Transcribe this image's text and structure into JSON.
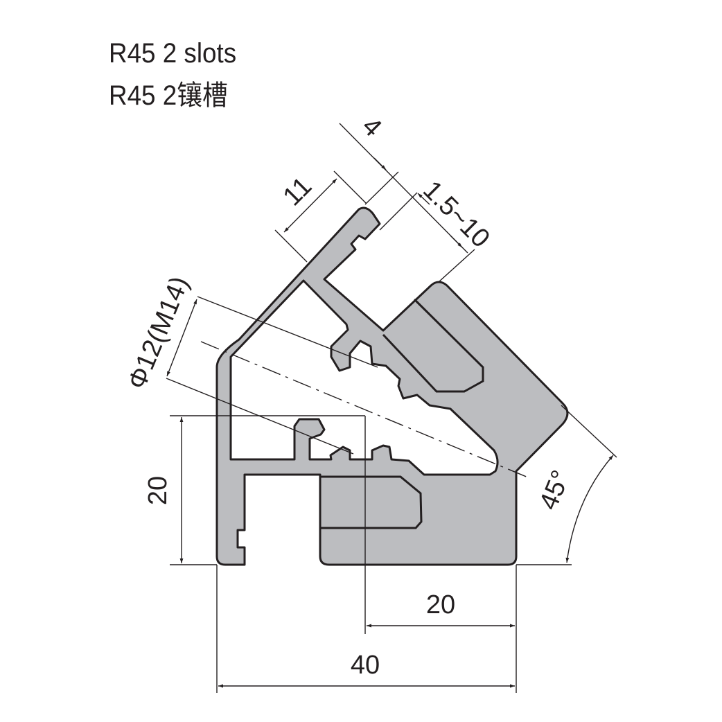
{
  "title": {
    "line1": "R45 2 slots",
    "line2": "R45 2镶槽"
  },
  "dimensions": {
    "slot_offset": "4",
    "arm_width": "11",
    "slot_range": "1.5~10",
    "bore": "Φ12(M14)",
    "height_left": "20",
    "width_right": "20",
    "total_width": "40",
    "angle": "45°"
  },
  "colors": {
    "profile_fill": "#bcbdc0",
    "line": "#231f20"
  }
}
